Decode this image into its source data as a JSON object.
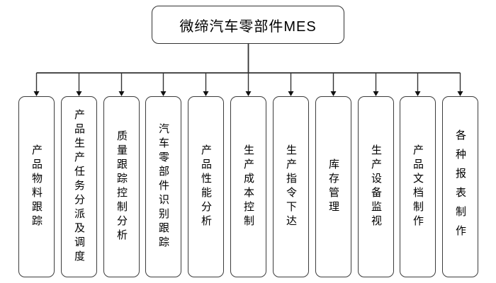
{
  "diagram": {
    "root": {
      "title": "微缔汽车零部件MES"
    },
    "modules": [
      {
        "label": "产品物料跟踪"
      },
      {
        "label": "产品生产任务分派及调度"
      },
      {
        "label": "质量跟踪控制分析"
      },
      {
        "label": "汽车零部件识别跟踪"
      },
      {
        "label": "产品性能分析"
      },
      {
        "label": "生产成本控制"
      },
      {
        "label": "生产指令下达"
      },
      {
        "label": "库存管理"
      },
      {
        "label": "生产设备监视"
      },
      {
        "label": "产品文档制作"
      },
      {
        "label": "各种报表制作"
      }
    ],
    "colors": {
      "line": "#333333",
      "box_border": "#3c3c3c",
      "background": "#ffffff",
      "text": "#000000"
    }
  }
}
